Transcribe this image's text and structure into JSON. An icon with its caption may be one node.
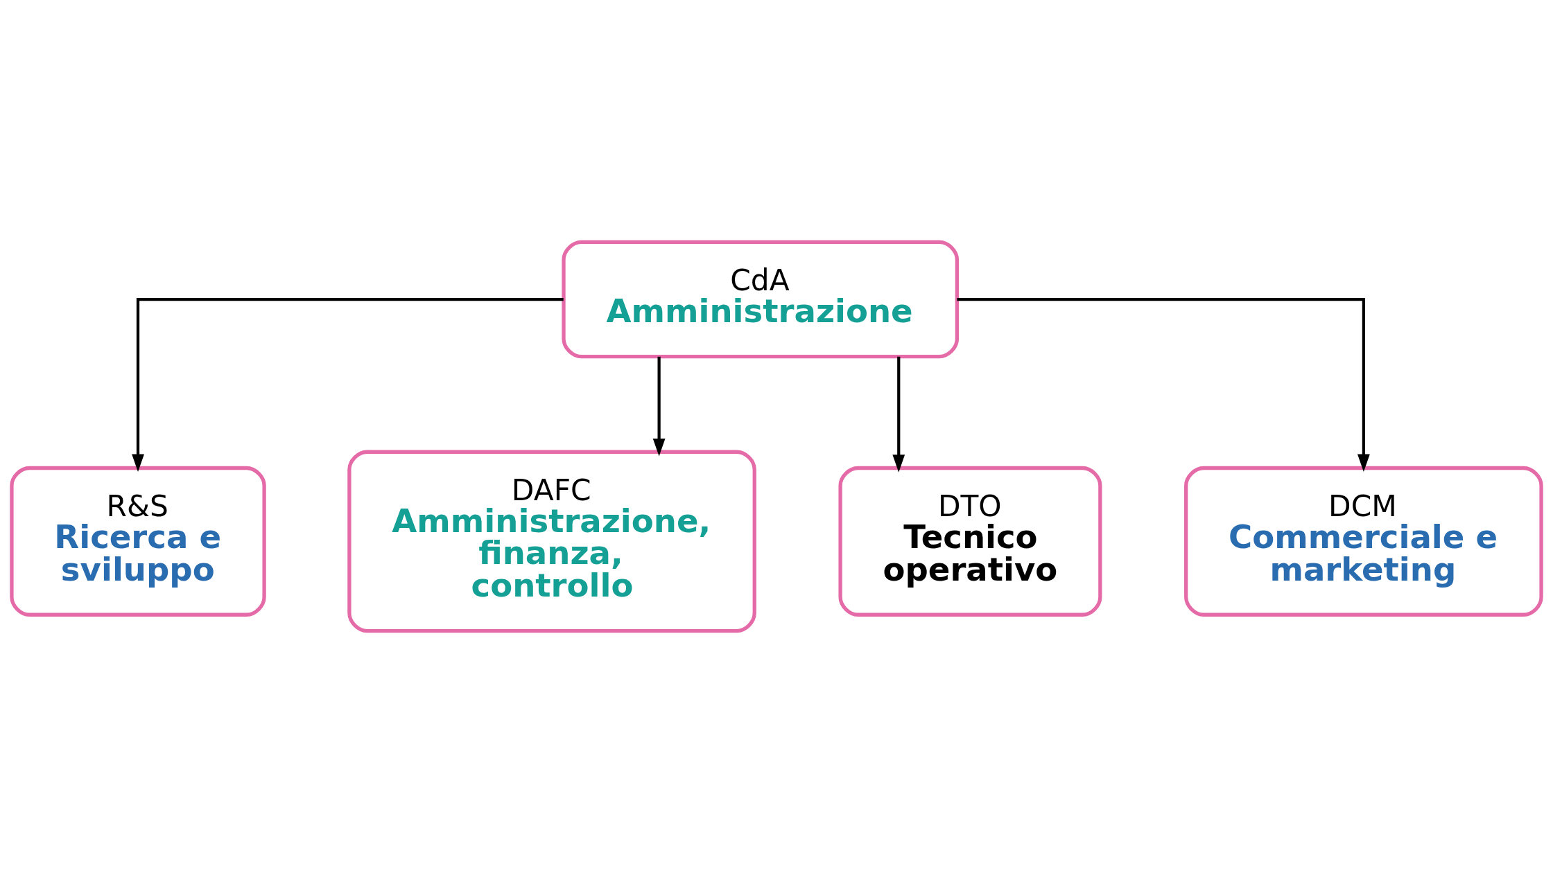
{
  "diagram": {
    "nodes": [
      {
        "text": [
          "CdA",
          "Amministrazione"
        ]
      },
      {
        "text": [
          "R&S",
          "Ricerca e sviluppo"
        ]
      },
      {
        "text": [
          "DAFC",
          "Amministrazione, finanza, controllo"
        ]
      },
      {
        "text": [
          "DTO",
          "Tecnico operativo"
        ]
      },
      {
        "text": [
          "DCM",
          "Commerciale e marketing"
        ]
      }
    ],
    "edges": [
      {
        "from": 0,
        "to": 1,
        "arrow": "to"
      },
      {
        "from": 0,
        "to": 2,
        "arrow": "to"
      },
      {
        "from": 0,
        "to": 3,
        "arrow": "to"
      },
      {
        "from": 0,
        "to": 4,
        "arrow": "to"
      }
    ]
  }
}
